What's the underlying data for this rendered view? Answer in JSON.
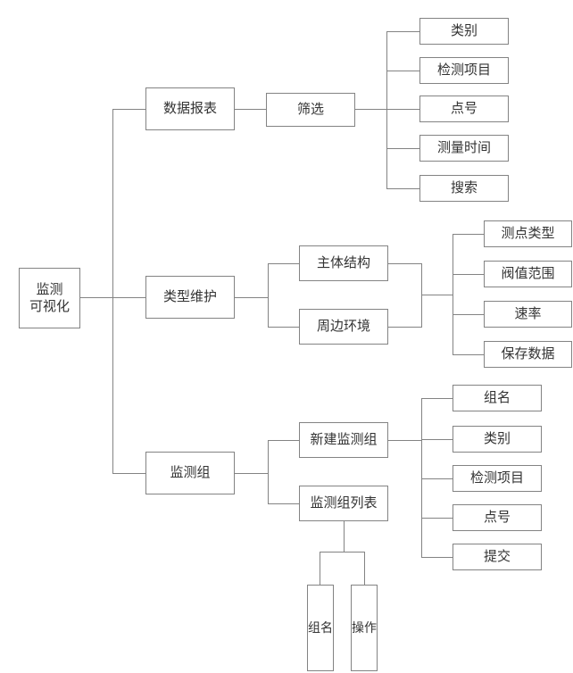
{
  "colors": {
    "line": "#838383",
    "text": "#333333",
    "background": "#ffffff"
  },
  "diagram": {
    "root": {
      "line1": "监测",
      "line2": "可视化"
    },
    "branch_data_report": {
      "label": "数据报表",
      "filter": {
        "label": "筛选",
        "leaves": [
          "类别",
          "检测项目",
          "点号",
          "测量时间",
          "搜索"
        ]
      }
    },
    "branch_type_maintenance": {
      "label": "类型维护",
      "children": [
        "主体结构",
        "周边环境"
      ],
      "leaves": [
        "测点类型",
        "阀值范围",
        "速率",
        "保存数据"
      ]
    },
    "branch_monitor_group": {
      "label": "监测组",
      "children": [
        "新建监测组",
        "监测组列表"
      ],
      "new_group_leaves": [
        "组名",
        "类别",
        "检测项目",
        "点号",
        "提交"
      ],
      "list_columns": [
        "组名",
        "操作"
      ]
    }
  }
}
